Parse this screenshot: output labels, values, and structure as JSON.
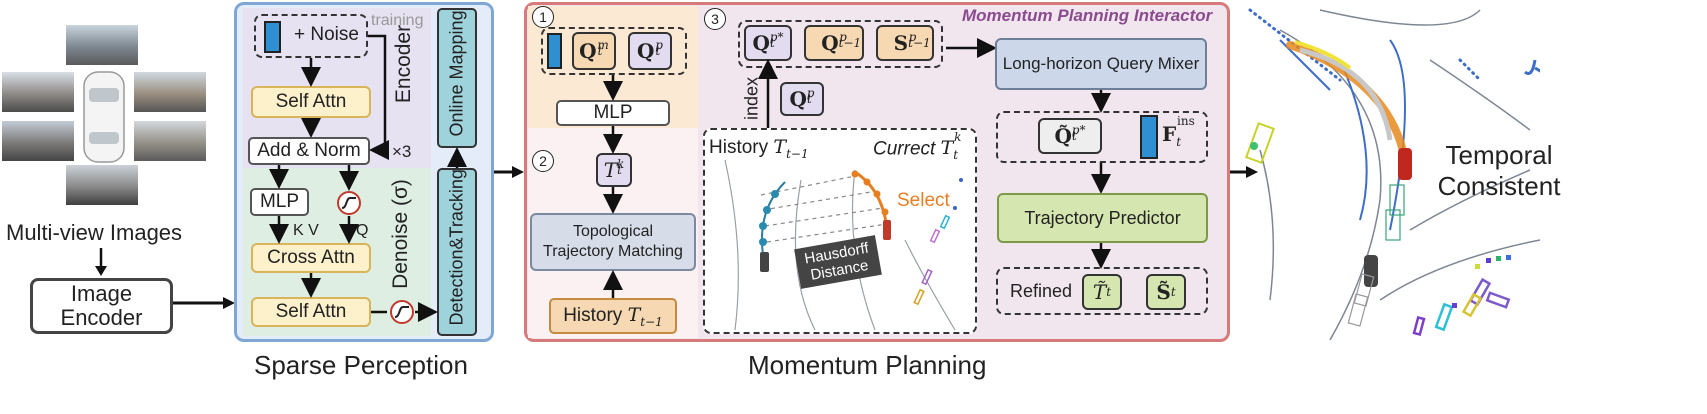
{
  "left": {
    "multiview_label": "Multi-view Images",
    "image_encoder_label": "Image\nEncoder"
  },
  "sparse": {
    "caption": "Sparse Perception",
    "noise_label": "+ Noise",
    "training_label": "training",
    "encoder_label": "Encoder",
    "self_attn_1": "Self Attn",
    "add_norm": "Add & Norm",
    "repeat_label": "×3",
    "mlp": "MLP",
    "kv_label": "K V",
    "q_label": "Q",
    "cross_attn": "Cross Attn",
    "self_attn_2": "Self Attn",
    "denoise_label": "Denoise (σ)",
    "online_mapping": "Online Mapping",
    "detection_tracking": "Detection&Tracking"
  },
  "momentum": {
    "caption": "Momentum Planning",
    "interactor_title": "Momentum Planning Interactor",
    "step1": "1",
    "step2": "2",
    "step3": "3",
    "mlp": "MLP",
    "topo_match": "Topological\nTrajectory Matching",
    "history_label": "History",
    "history_sym": "T",
    "history_sub": "t−1",
    "index_label": "index",
    "inset_history": "History",
    "inset_current": "Currect",
    "select_label": "Select",
    "hausdorff_label": "Hausdorff\nDistance",
    "query_mixer": "Long-horizon Query Mixer",
    "trajectory_predictor": "Trajectory Predictor",
    "refined_label": "Refined"
  },
  "right": {
    "temporal_label": "Temporal\nConsistent"
  },
  "colors": {
    "sparse_bg": "#e3ecf8",
    "sparse_border": "#7fa7d6",
    "encoder_bg": "#e6e2f1",
    "denoise_bg": "#dfeee2",
    "cyan_column": "#9fd3dc",
    "momentum_bg": "#f1e6ee",
    "momentum_border": "#d77a7a",
    "green_box": "#d6e6b0",
    "mixer_bg": "#ccd7ea",
    "topo_bg": "#d6dce8",
    "orange_chip": "#f6d8b3",
    "purple_chip": "#e3dcf0",
    "title_purple": "#8a4b8f"
  }
}
